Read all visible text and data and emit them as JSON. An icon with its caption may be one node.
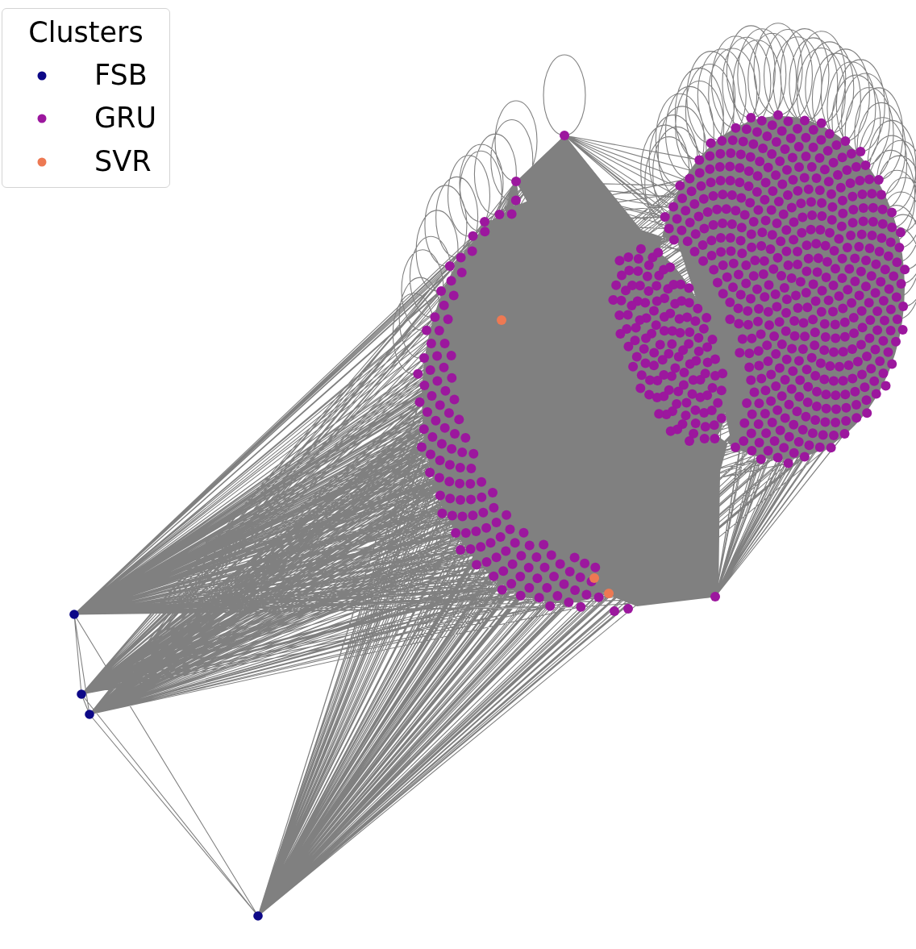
{
  "diagram": {
    "labels": [
      "Clusters"
    ],
    "legend": [
      {
        "text": "FSB",
        "color": "#0d0887"
      },
      {
        "text": "GRU",
        "color": "#9c179e"
      },
      {
        "text": "SVR",
        "color": "#ed7953"
      }
    ]
  }
}
